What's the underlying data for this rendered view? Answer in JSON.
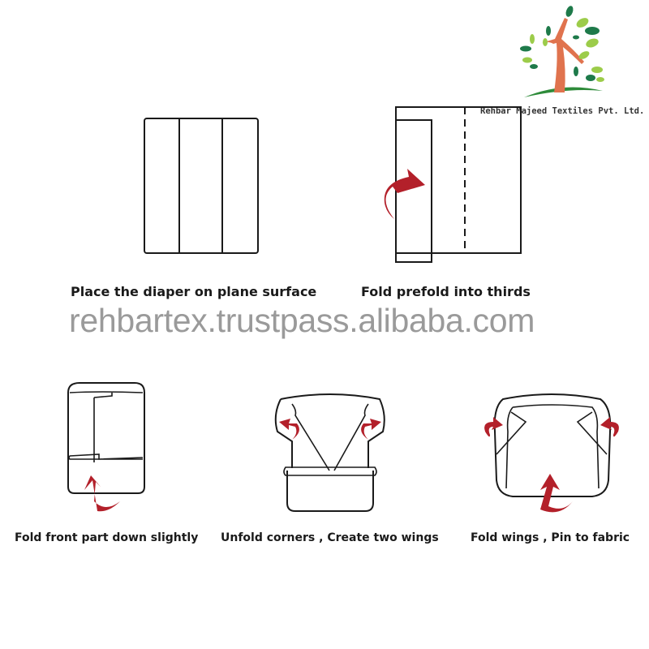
{
  "brand": {
    "company_name": "Rehbar Majeed Textiles Pvt. Ltd.",
    "logo": "tree-logo-icon",
    "colors": {
      "trunk": "#e0734e",
      "leaf_light": "#9ccc4a",
      "leaf_dark": "#1e7a4a",
      "ground": "#2e8b3a"
    }
  },
  "watermark": "rehbartex.trustpass.alibaba.com",
  "accent_color": "#b3202a",
  "steps": [
    {
      "id": 1,
      "caption": "Place the diaper on plane surface",
      "icon": "flat-diaper-icon"
    },
    {
      "id": 2,
      "caption": "Fold prefold into thirds",
      "icon": "fold-thirds-icon"
    },
    {
      "id": 3,
      "caption": "Fold front part down slightly",
      "icon": "fold-front-icon"
    },
    {
      "id": 4,
      "caption": "Unfold corners , Create two wings",
      "icon": "unfold-wings-icon"
    },
    {
      "id": 5,
      "caption": "Fold wings , Pin to fabric",
      "icon": "fold-wings-icon"
    }
  ]
}
